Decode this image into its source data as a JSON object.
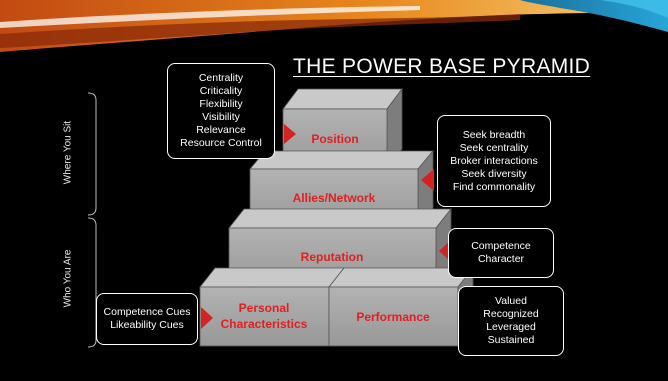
{
  "title": "THE POWER BASE PYRAMID",
  "side_labels": {
    "top": "Where You Sit",
    "bottom": "Who You Are"
  },
  "blocks": {
    "position": "Position",
    "allies": "Allies/Network",
    "reputation": "Reputation",
    "personal_line1": "Personal",
    "personal_line2": "Characteristics",
    "performance": "Performance"
  },
  "callouts": {
    "position": [
      "Centrality",
      "Criticality",
      "Flexibility",
      "Visibility",
      "Relevance",
      "Resource Control"
    ],
    "allies": [
      "Seek breadth",
      "Seek centrality",
      "Broker interactions",
      "Seek diversity",
      "Find commonality"
    ],
    "reputation": [
      "Competence",
      "Character"
    ],
    "personal": [
      "Competence Cues",
      "Likeability Cues"
    ],
    "performance": [
      "Valued",
      "Recognized",
      "Leveraged",
      "Sustained"
    ]
  },
  "colors": {
    "block_front": "#a6a6a6",
    "block_top": "#c9c9c9",
    "block_side": "#7d7d7d",
    "label": "#e21f1f",
    "arrow": "#d42323"
  }
}
